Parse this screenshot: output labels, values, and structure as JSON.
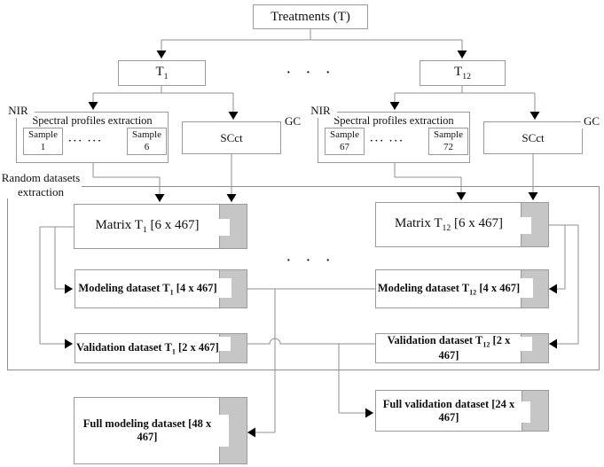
{
  "diagram": {
    "title_note": "Treatments dataset extraction flowchart",
    "treatments": {
      "label": "Treatments (T)"
    },
    "top_dots": "· · ·",
    "mid_dots": "· · ·",
    "random_label": {
      "line1": "Random datasets",
      "line2": "extraction"
    },
    "branches": [
      {
        "t_pre": "T",
        "t_sub": "1",
        "nir": "NIR",
        "gc": "GC",
        "spectral_title": "Spectral profiles extraction",
        "samples": [
          {
            "line1": "Sample",
            "line2": "1"
          },
          {
            "line1": "Sample",
            "line2": "6"
          }
        ],
        "sample_dots": "··· ···",
        "scct": "SCct",
        "matrix": {
          "pre": "Matrix T",
          "sub": "1",
          "post": " [6 x 467]"
        },
        "modeling": {
          "pre": "Modeling dataset T",
          "sub": "1",
          "post": " [4 x 467]"
        },
        "validation": {
          "pre": "Validation dataset T",
          "sub": "1",
          "post": " [2 x 467]"
        }
      },
      {
        "t_pre": "T",
        "t_sub": "12",
        "nir": "NIR",
        "gc": "GC",
        "spectral_title": "Spectral profiles extraction",
        "samples": [
          {
            "line1": "Sample",
            "line2": "67"
          },
          {
            "line1": "Sample",
            "line2": "72"
          }
        ],
        "sample_dots": "··· ···",
        "scct": "SCct",
        "matrix": {
          "pre": "Matrix T",
          "sub": "12",
          "post": " [6 x 467]"
        },
        "modeling": {
          "pre": "Modeling dataset T",
          "sub": "12",
          "post": " [4 x 467]"
        },
        "validation": {
          "pre": "Validation dataset T",
          "sub": "12",
          "post": " [2 x 467]"
        }
      }
    ],
    "full_modeling": "Full modeling dataset [48 x 467]",
    "full_validation": "Full validation dataset [24 x 467]",
    "colors": {
      "line": "#8f8f8f",
      "box_border": "#9a9a9a",
      "gray_fill": "#c6c6c6",
      "arrowhead": "#000000"
    }
  }
}
